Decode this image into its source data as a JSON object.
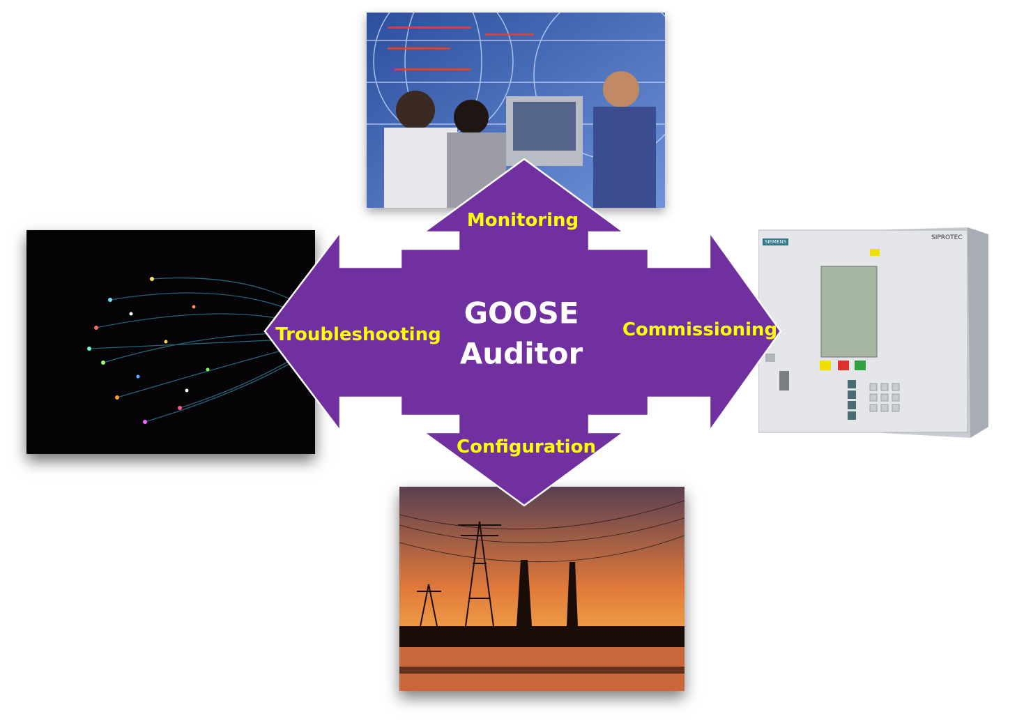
{
  "center": {
    "line1": "GOOSE",
    "line2": "Auditor"
  },
  "arrows": {
    "top": "Monitoring",
    "bottom": "Configuration",
    "left": "Troubleshooting",
    "right": "Commissioning"
  },
  "device": {
    "brand": "SIEMENS",
    "model": "SIPROTEC"
  },
  "colors": {
    "arrow_fill": "#7030a0",
    "label_text": "#ffff00",
    "title_text": "#ffffff"
  }
}
